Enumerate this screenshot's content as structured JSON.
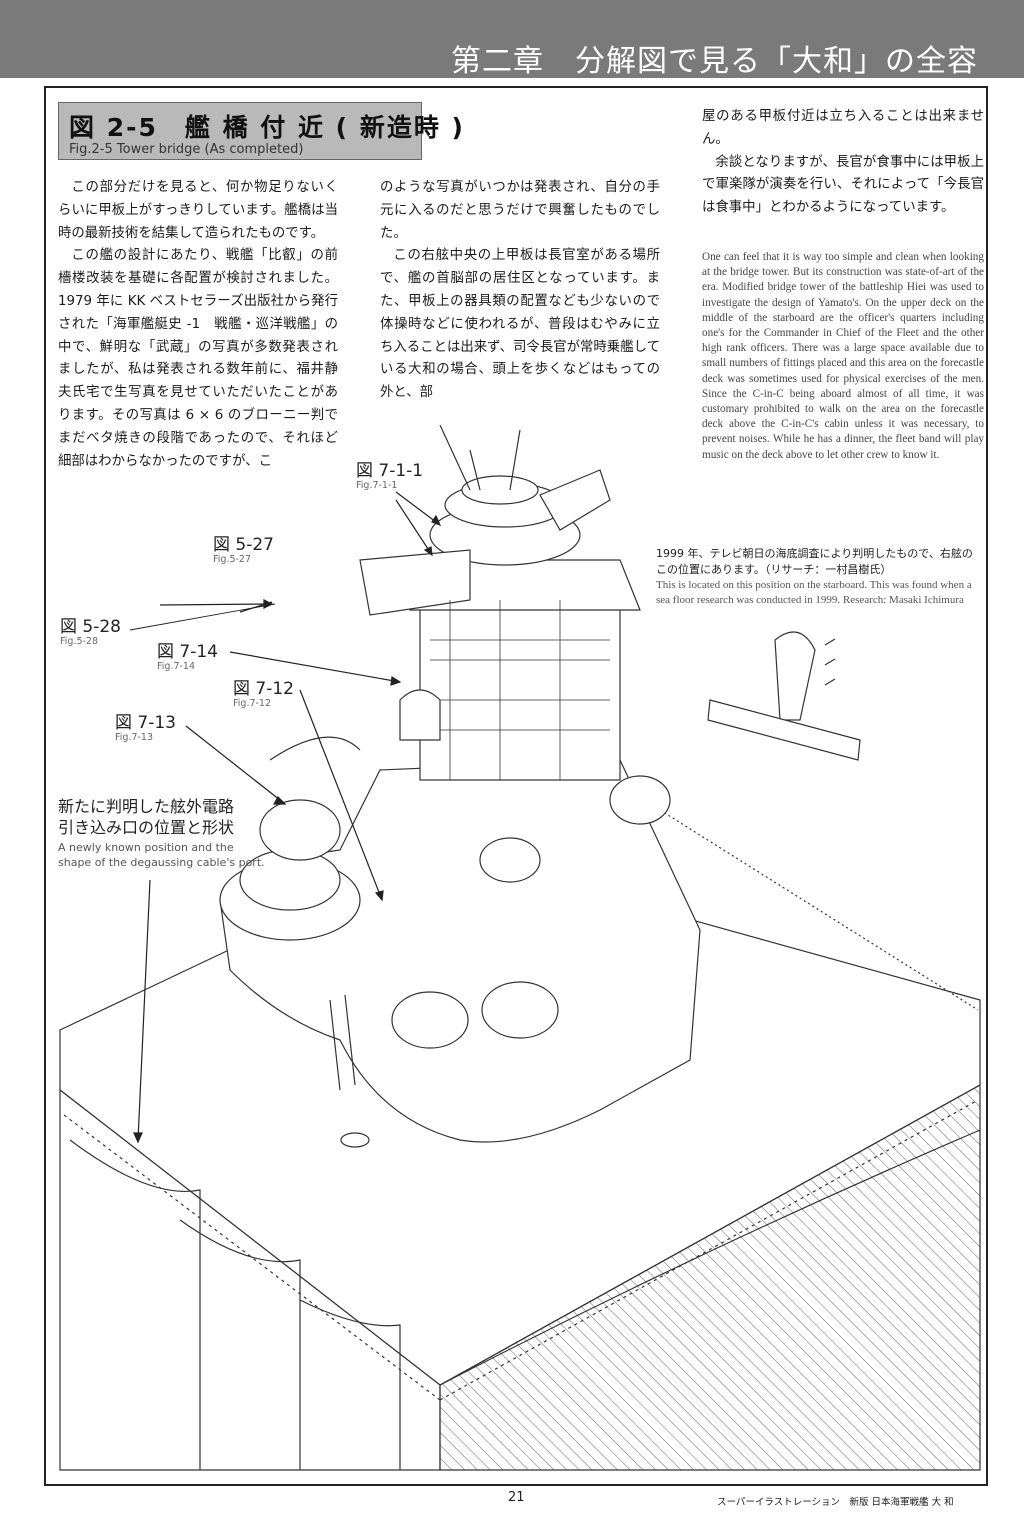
{
  "header": {
    "chapter_title": "第二章　分解図で見る「大和」の全容"
  },
  "figure": {
    "title_jp": "図 2-5　艦 橋 付 近 ( 新造時 )",
    "title_en": "Fig.2-5 Tower bridge (As completed)"
  },
  "text": {
    "col1": [
      "この部分だけを見ると、何か物足りないくらいに甲板上がすっきりしています。艦橋は当時の最新技術を結集して造られたものです。",
      "この艦の設計にあたり、戦艦「比叡」の前檣楼改装を基礎に各配置が検討されました。1979 年に KK ベストセラーズ出版社から発行された「海軍艦艇史 -1　戦艦・巡洋戦艦」の中で、鮮明な「武蔵」の写真が多数発表されましたが、私は発表される数年前に、福井静夫氏宅で生写真を見せていただいたことがあります。その写真は 6 × 6 のブローニー判でまだベタ焼きの段階であったので、それほど細部はわからなかったのですが、こ"
    ],
    "col2": [
      "のような写真がいつかは発表され、自分の手元に入るのだと思うだけで興奮したものでした。",
      "この右舷中央の上甲板は長官室がある場所で、艦の首脳部の居住区となっています。また、甲板上の器具類の配置なども少ないので体操時などに使われるが、普段はむやみに立ち入ることは出来ず、司令長官が常時乗艦している大和の場合、頭上を歩くなどはもっての外と、部"
    ],
    "col3_p1": "屋のある甲板付近は立ち入ることは出来ません。",
    "col3_p2": "余談となりますが、長官が食事中には甲板上で軍楽隊が演奏を行い、それによって「今長官は食事中」とわかるようになっています。",
    "english": "One can feel that it is way too simple and clean when looking at the bridge tower. But its construction was state-of-art of the era. Modified bridge tower of the battleship Hiei was used to investigate the design of Yamato's. On the upper deck on the middle of the starboard are the officer's quarters including one's for the Commander in Chief of the Fleet and the other high rank officers. There was a large space available due to small numbers of fittings placed and this area on the forecastle deck was sometimes used for physical exercises of the men. Since the C-in-C being aboard almost of all time, it was customary prohibited to walk on the area on the forecastle deck above the C-in-C's cabin unless it was necessary, to prevent noises. While he has a dinner, the fleet band will play music on the deck above to let other crew to know it."
  },
  "note": {
    "jp": "1999 年、テレビ朝日の海底調査により判明したもので、右舷のこの位置にあります。（リサーチ：一村昌樹氏）",
    "en": "This is located on this position on the starboard. This was found when a sea floor research was conducted in 1999. Research: Masaki Ichimura"
  },
  "callouts": {
    "c711": {
      "label": "図 7-1-1",
      "sub": "Fig.7-1-1"
    },
    "c527": {
      "label": "図 5-27",
      "sub": "Fig.5-27"
    },
    "c528": {
      "label": "図 5-28",
      "sub": "Fig.5-28"
    },
    "c714": {
      "label": "図 7-14",
      "sub": "Fig.7-14"
    },
    "c712": {
      "label": "図 7-12",
      "sub": "Fig.7-12"
    },
    "c713": {
      "label": "図 7-13",
      "sub": "Fig.7-13"
    }
  },
  "degaussing": {
    "jp_line1": "新たに判明した舷外電路",
    "jp_line2": "引き込み口の位置と形状",
    "en": "A newly known position and the shape of the degaussing cable's port."
  },
  "footer": {
    "page_number": "21",
    "series": "スーパーイラストレーション　新版 日本海軍戦艦 大 和"
  }
}
